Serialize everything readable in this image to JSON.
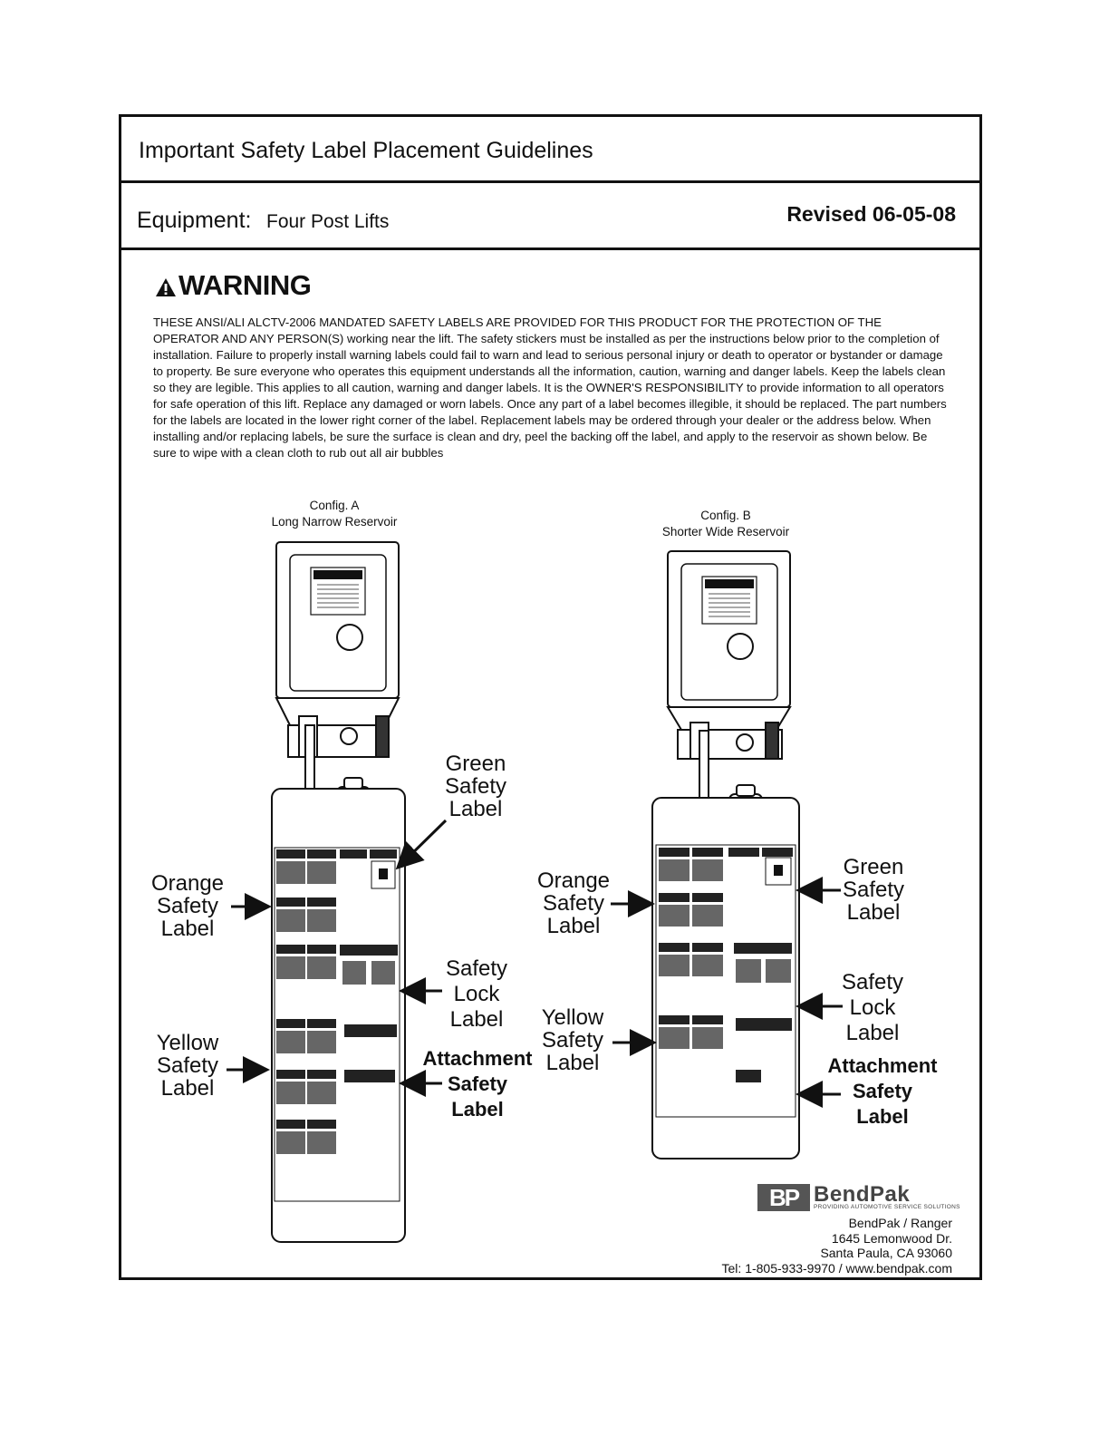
{
  "header": {
    "title": "Important Safety Label Placement Guidelines",
    "equipment_label": "Equipment:",
    "equipment_value": "Four Post Lifts",
    "revised": "Revised 06-05-08"
  },
  "warning": {
    "heading": "WARNING",
    "body": "THESE ANSI/ALI ALCTV-2006 MANDATED SAFETY LABELS ARE PROVIDED FOR THIS PRODUCT FOR THE PROTECTION OF THE OPERATOR AND ANY PERSON(S) working near the lift. The safety stickers must be installed as per the instructions below prior to the completion of installation. Failure to properly install warning labels could fail to warn and lead to serious personal injury or death to operator or bystander or damage to property. Be sure everyone who operates this equipment understands all the information, caution, warning and danger labels. Keep the labels clean so they are legible. This applies to all caution, warning and danger labels. It is the OWNER'S RESPONSIBILITY to provide information to all operators for safe operation of this lift. Replace any damaged or worn labels. Once any part of a label becomes illegible, it should be replaced. The part numbers for the labels are located in the lower right corner of the label. Replacement labels may be ordered through your dealer or the address below. When installing and/or replacing labels, be sure the surface is clean and dry, peel the backing off the label, and apply to the reservoir as shown below. Be sure to wipe with a clean cloth to rub out all air bubbles"
  },
  "config_a": {
    "title": "Config. A",
    "subtitle": "Long Narrow Reservoir",
    "labels": {
      "green": [
        "Green",
        "Safety",
        "Label"
      ],
      "orange": [
        "Orange",
        "Safety",
        "Label"
      ],
      "lock": [
        "Safety",
        "Lock",
        "Label"
      ],
      "yellow": [
        "Yellow",
        "Safety",
        "Label"
      ],
      "attach": [
        "Attachment",
        "Safety",
        "Label"
      ]
    }
  },
  "config_b": {
    "title": "Config. B",
    "subtitle": "Shorter Wide Reservoir",
    "labels": {
      "green": [
        "Green",
        "Safety",
        "Label"
      ],
      "orange": [
        "Orange",
        "Safety",
        "Label"
      ],
      "lock": [
        "Safety",
        "Lock",
        "Label"
      ],
      "yellow": [
        "Yellow",
        "Safety",
        "Label"
      ],
      "attach": [
        "Attachment",
        "Safety",
        "Label"
      ]
    }
  },
  "footer": {
    "logo_mark": "BP",
    "logo_text": "BendPak",
    "logo_tagline": "PROVIDING AUTOMOTIVE SERVICE SOLUTIONS",
    "address_lines": [
      "BendPak / Ranger",
      "1645 Lemonwood Dr.",
      "Santa Paula, CA 93060",
      "Tel: 1-805-933-9970 / www.bendpak.com"
    ]
  }
}
